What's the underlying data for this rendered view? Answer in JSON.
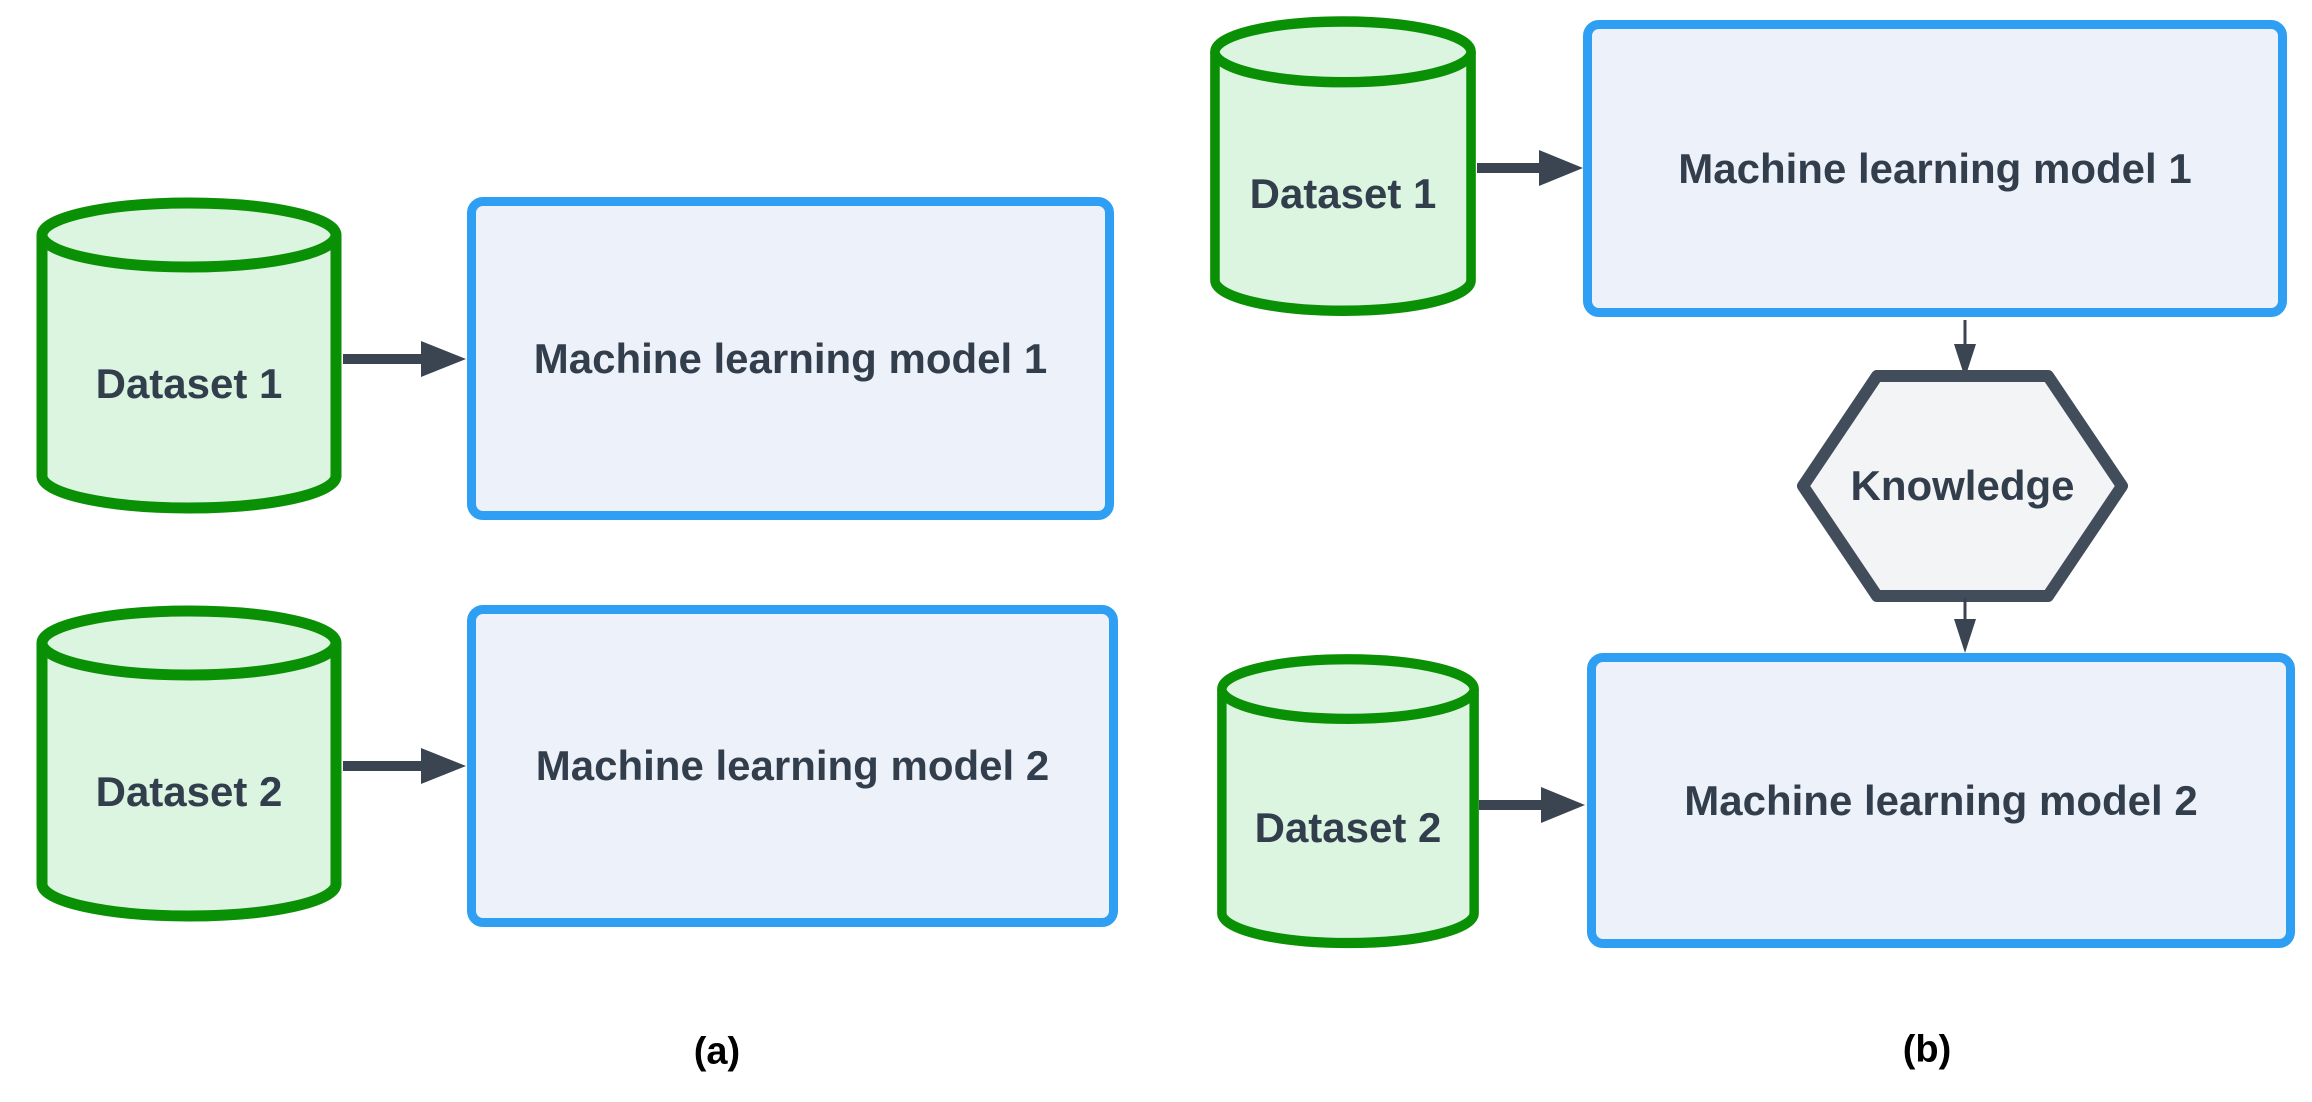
{
  "panel_a": {
    "caption": "(a)",
    "dataset1_label": "Dataset 1",
    "dataset2_label": "Dataset 2",
    "model1_label": "Machine learning model 1",
    "model2_label": "Machine learning model 2"
  },
  "panel_b": {
    "caption": "(b)",
    "dataset1_label": "Dataset 1",
    "dataset2_label": "Dataset 2",
    "model1_label": "Machine learning model 1",
    "model2_label": "Machine learning model 2",
    "knowledge_label": "Knowledge"
  },
  "colors": {
    "database_border": "#0a9004",
    "database_fill": "#dbf5e1",
    "model_box_border": "#2e9ff2",
    "model_box_fill": "#edf1fa",
    "knowledge_border": "#424d5b",
    "knowledge_fill": "#f3f4f5",
    "arrow": "#3a4551",
    "node_text": "#333e4d",
    "caption_text": "#000000"
  }
}
